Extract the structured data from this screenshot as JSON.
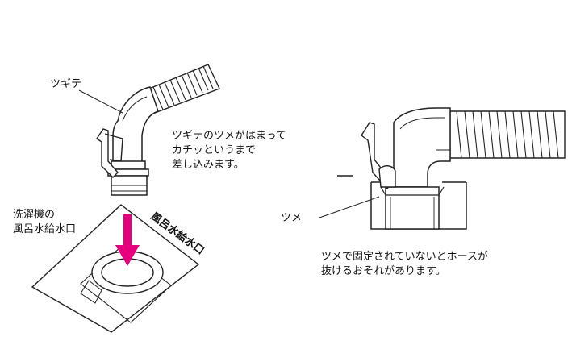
{
  "left_figure": {
    "label_tsugite": "ツギテ",
    "instruction": [
      "ツギテのツメがはまって",
      "カチッというまで",
      "差し込みます。"
    ],
    "label_inlet": [
      "洗濯機の",
      "風呂水給水口"
    ],
    "plate_text": "風呂水給水口",
    "arrow_color": "#e6007e"
  },
  "right_figure": {
    "label_tsume": "ツメ",
    "warning": [
      "ツメで固定されていないとホースが",
      "抜けるおそれがあります。"
    ]
  }
}
